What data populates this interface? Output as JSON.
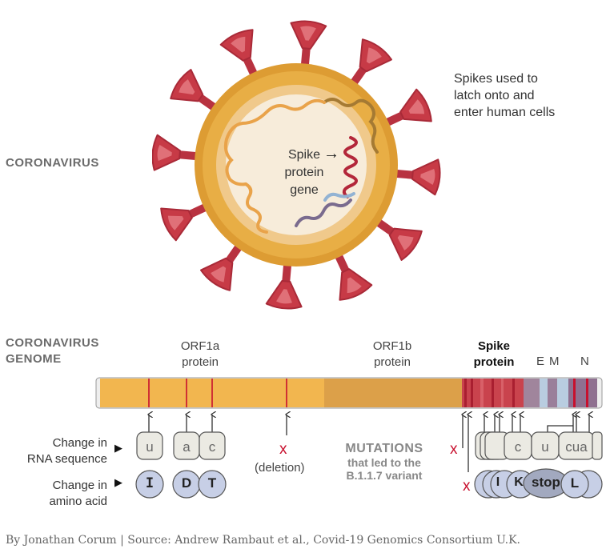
{
  "sections": {
    "virus_label": "CORONAVIRUS",
    "genome_label_line1": "CORONAVIRUS",
    "genome_label_line2": "GENOME"
  },
  "virus": {
    "callout_line1": "Spikes used to",
    "callout_line2": "latch onto and",
    "callout_line3": "enter human cells",
    "inner_line1": "Spike",
    "inner_line2": "protein",
    "inner_line3": "gene",
    "arrow": "→"
  },
  "genome": {
    "orf1a_line1": "ORF1a",
    "orf1a_line2": "protein",
    "orf1b_line1": "ORF1b",
    "orf1b_line2": "protein",
    "spike_line1": "Spike",
    "spike_line2": "protein",
    "e_label": "E",
    "m_label": "M",
    "n_label": "N"
  },
  "legend": {
    "rna_line1": "Change in",
    "rna_line2": "RNA sequence",
    "amino_line1": "Change in",
    "amino_line2": "amino acid",
    "marker": "▶"
  },
  "mutations_left": [
    {
      "rna": "u",
      "amino": "I"
    },
    {
      "rna": "a",
      "amino": "D"
    },
    {
      "rna": "c",
      "amino": "T"
    }
  ],
  "deletion": {
    "mark": "x",
    "label": "(deletion)"
  },
  "mutations_title": {
    "line1": "MUTATIONS",
    "line2": "that led to the",
    "line3": "B.1.1.7 variant"
  },
  "right_cluster": {
    "x1": "x",
    "x2": "x",
    "rna_c": "c",
    "rna_u": "u",
    "rna_cua": "cua",
    "amino_stop": "stop",
    "amino_L": "L",
    "amino_I": "I",
    "amino_K": "K"
  },
  "colors": {
    "orf1a": "#f2b64f",
    "orf1b": "#dca049",
    "spike": "#c63a45",
    "mutation_line": "#c8102e",
    "rna_box": "#ebeae3",
    "amino_circle": "#c7cfe6",
    "virus_outer": "#e5a93d",
    "virus_inner": "#f6ead6",
    "spike_red": "#c73a46"
  },
  "credit": "By Jonathan Corum | Source: Andrew Rambaut et al., Covid-19 Genomics Consortium U.K."
}
